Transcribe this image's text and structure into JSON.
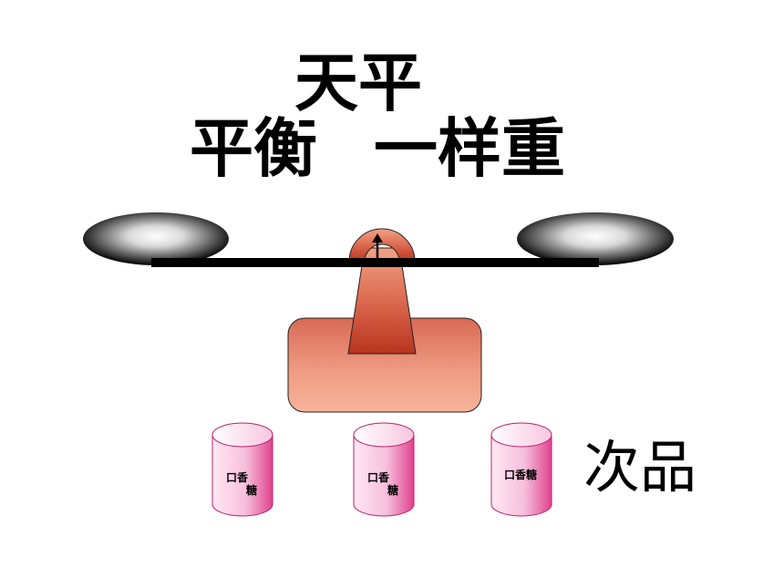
{
  "title": {
    "line1": "天平",
    "line2_left": "平衡",
    "line2_right": "一样重"
  },
  "cans": [
    {
      "line1": "口香",
      "line2": "糖"
    },
    {
      "line1": "口香",
      "line2": "糖"
    },
    {
      "line1": "口香糖",
      "line2": ""
    }
  ],
  "side_label": "次品",
  "colors": {
    "pan_dark": "#000000",
    "pan_light": "#ffffff",
    "base_light": "#f3a98c",
    "base_dark": "#b83a2a",
    "can_light": "#ffffff",
    "can_pink": "#e43d8a"
  },
  "icons": {
    "balance": "balance-scale-icon",
    "can": "cylinder-can-icon"
  }
}
